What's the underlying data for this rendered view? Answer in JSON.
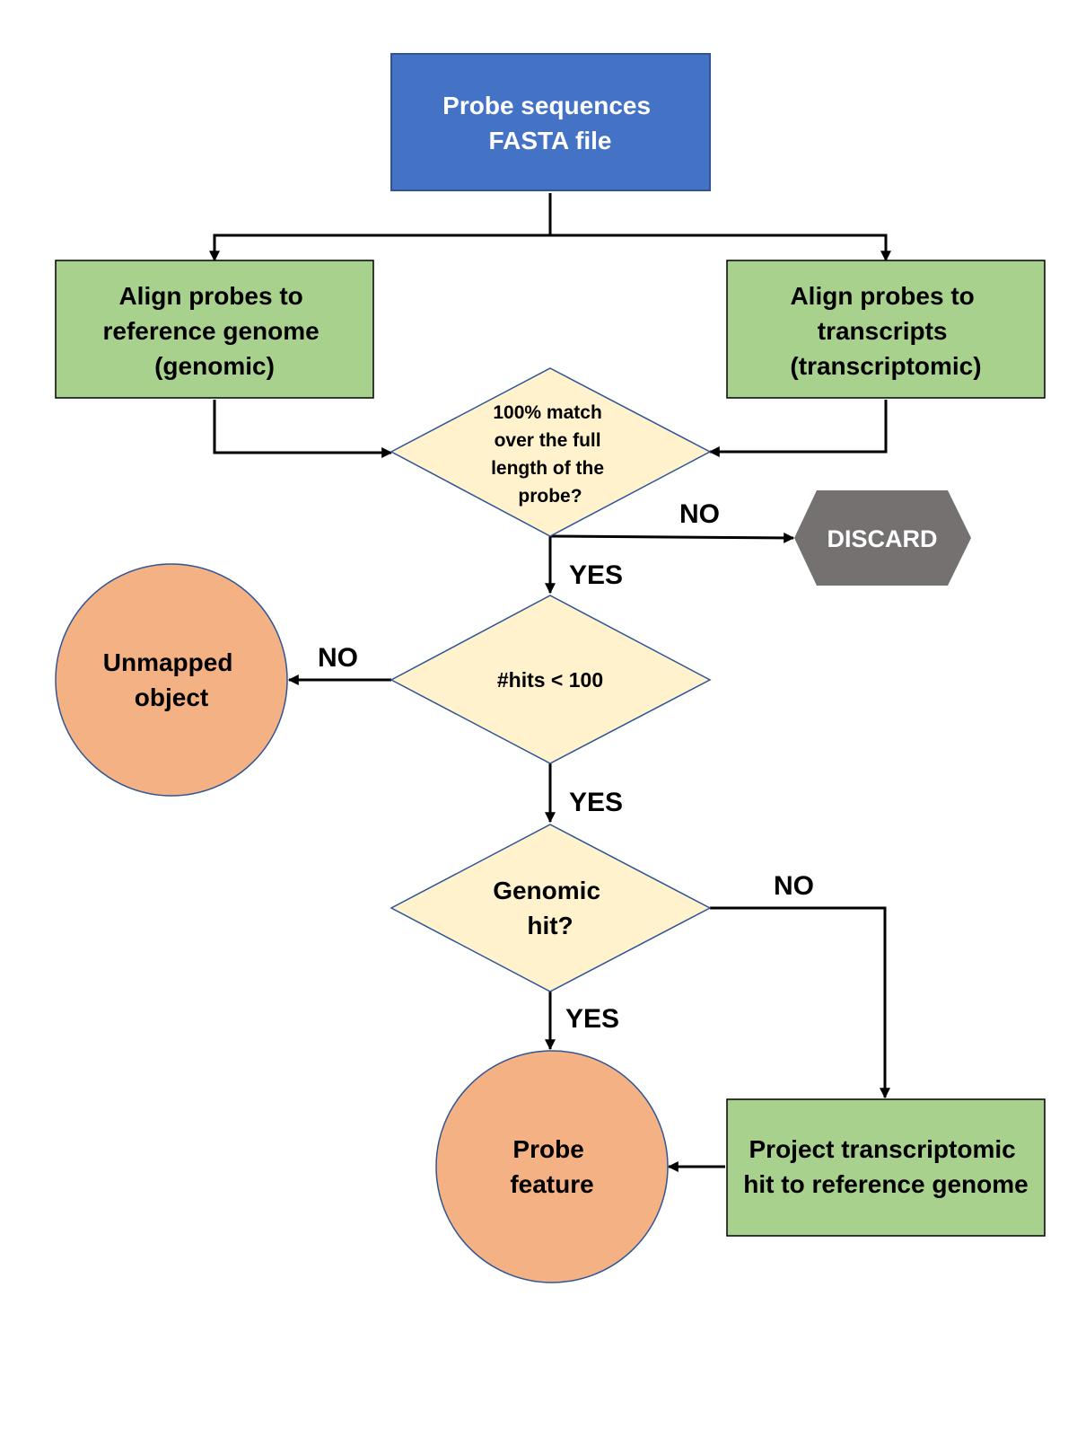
{
  "nodes": {
    "start": {
      "lines": [
        "Probe sequences",
        "FASTA file"
      ]
    },
    "align_genome": {
      "lines": [
        "Align probes to",
        "reference genome",
        "(genomic)"
      ]
    },
    "align_transcripts": {
      "lines": [
        "Align probes to",
        "transcripts",
        "(transcriptomic)"
      ]
    },
    "decision_match": {
      "lines": [
        "100% match",
        "over the full",
        "length of the",
        "probe?"
      ]
    },
    "discard": {
      "lines": [
        "DISCARD"
      ]
    },
    "decision_hits": {
      "lines": [
        "#hits < 100"
      ]
    },
    "unmapped": {
      "lines": [
        "Unmapped",
        "object"
      ]
    },
    "decision_genomic": {
      "lines": [
        "Genomic",
        "hit?"
      ]
    },
    "probe_feature": {
      "lines": [
        "Probe",
        "feature"
      ]
    },
    "project": {
      "lines": [
        "Project transcriptomic",
        "hit to reference genome"
      ]
    }
  },
  "edge_labels": {
    "match_no": "NO",
    "match_yes": "YES",
    "hits_no": "NO",
    "hits_yes": "YES",
    "genomic_no": "NO",
    "genomic_yes": "YES"
  },
  "colors": {
    "start_fill": "#4472c4",
    "start_text": "#ffffff",
    "process_fill": "#a9d18e",
    "decision_fill": "#fff2cc",
    "decision_stroke": "#2f5597",
    "terminal_fill": "#f4b183",
    "discard_fill": "#767171",
    "discard_text": "#ffffff"
  }
}
